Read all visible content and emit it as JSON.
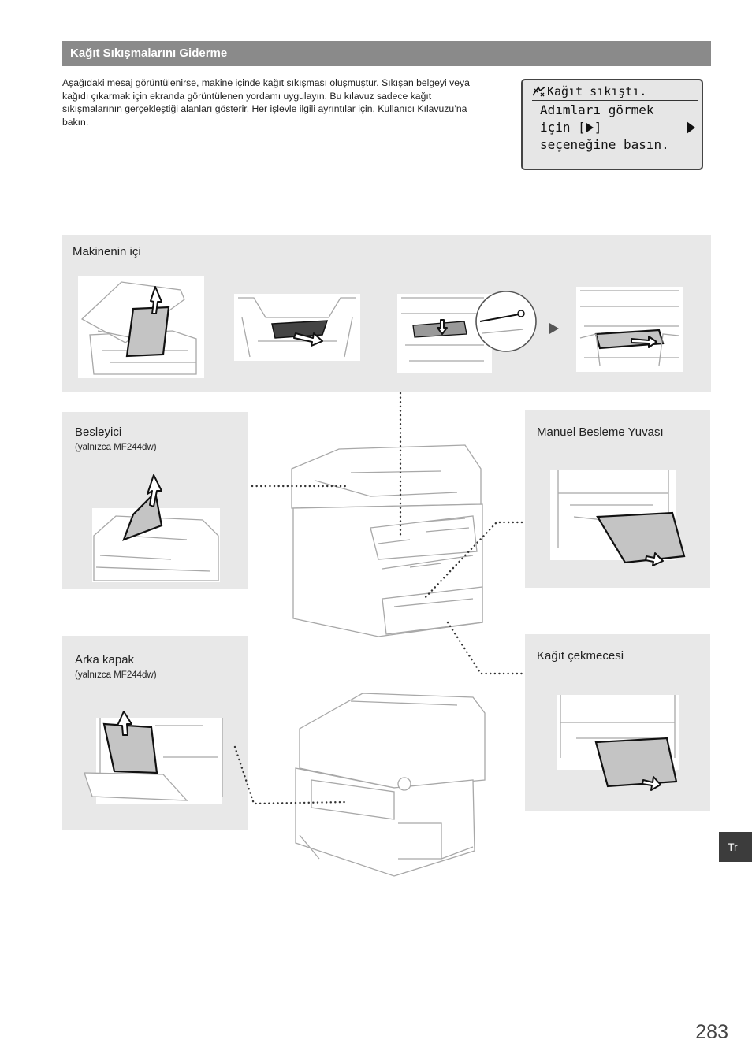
{
  "section": {
    "title": "Kağıt Sıkışmalarını Giderme"
  },
  "intro": "Aşağıdaki mesaj görüntülenirse, makine içinde kağıt sıkışması oluşmuştur. Sıkışan belgeyi veya kağıdı çıkarmak için ekranda görüntülenen yordamı uygulayın. Bu kılavuz sadece kağıt sıkışmalarının gerçekleştiği alanları gösterir. Her işlevle ilgili ayrıntılar için, Kullanıcı Kılavuzu’na bakın.",
  "lcd": {
    "line1": "Kağıt sıkıştı.",
    "line2": "Adımları görmek",
    "line3": "için [",
    "line3_end": "]",
    "line4": "seçeneğine basın.",
    "icon": "paper-jam-icon"
  },
  "panels": {
    "inside": {
      "label": "Makinenin içi"
    },
    "feeder": {
      "label": "Besleyici",
      "note": "(yalnızca MF244dw)"
    },
    "manual": {
      "label": "Manuel Besleme Yuvası"
    },
    "rear": {
      "label": "Arka kapak",
      "note": "(yalnızca MF244dw)"
    },
    "drawer": {
      "label": "Kağıt çekmecesi"
    }
  },
  "language_tab": "Tr",
  "page_number": "283",
  "colors": {
    "title_bar": "#8a8a8a",
    "panel_bg": "#e8e8e8",
    "lang_tab": "#3c3c3c"
  }
}
